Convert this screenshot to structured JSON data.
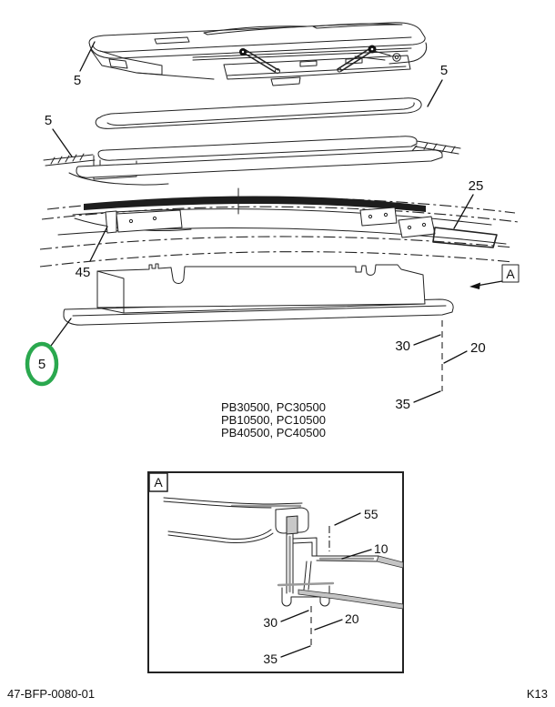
{
  "diagram": {
    "title_context": "roof vent exploded parts view",
    "callouts": {
      "lid_top": "5",
      "seal_right": "5",
      "frame_left": "5",
      "garnish_circled": "5",
      "roof_bracket_right": "25",
      "roof_bracket_left": "45",
      "flange_30": "30",
      "flange_20": "20",
      "flange_35": "35"
    },
    "detail_marker": "A",
    "part_numbers": [
      "PB30500, PC30500",
      "PB10500, PC10500",
      "PB40500, PC40500"
    ],
    "detail_view": {
      "label": "A",
      "callouts": {
        "c55": "55",
        "c10": "10",
        "c30": "30",
        "c20": "20",
        "c35": "35"
      }
    },
    "footer": {
      "doc_number": "47-BFP-0080-01",
      "page_code": "K13"
    },
    "colors": {
      "highlight_green": "#2aa84e",
      "line": "#222222",
      "roof_opening": "#1d1d1d"
    }
  }
}
